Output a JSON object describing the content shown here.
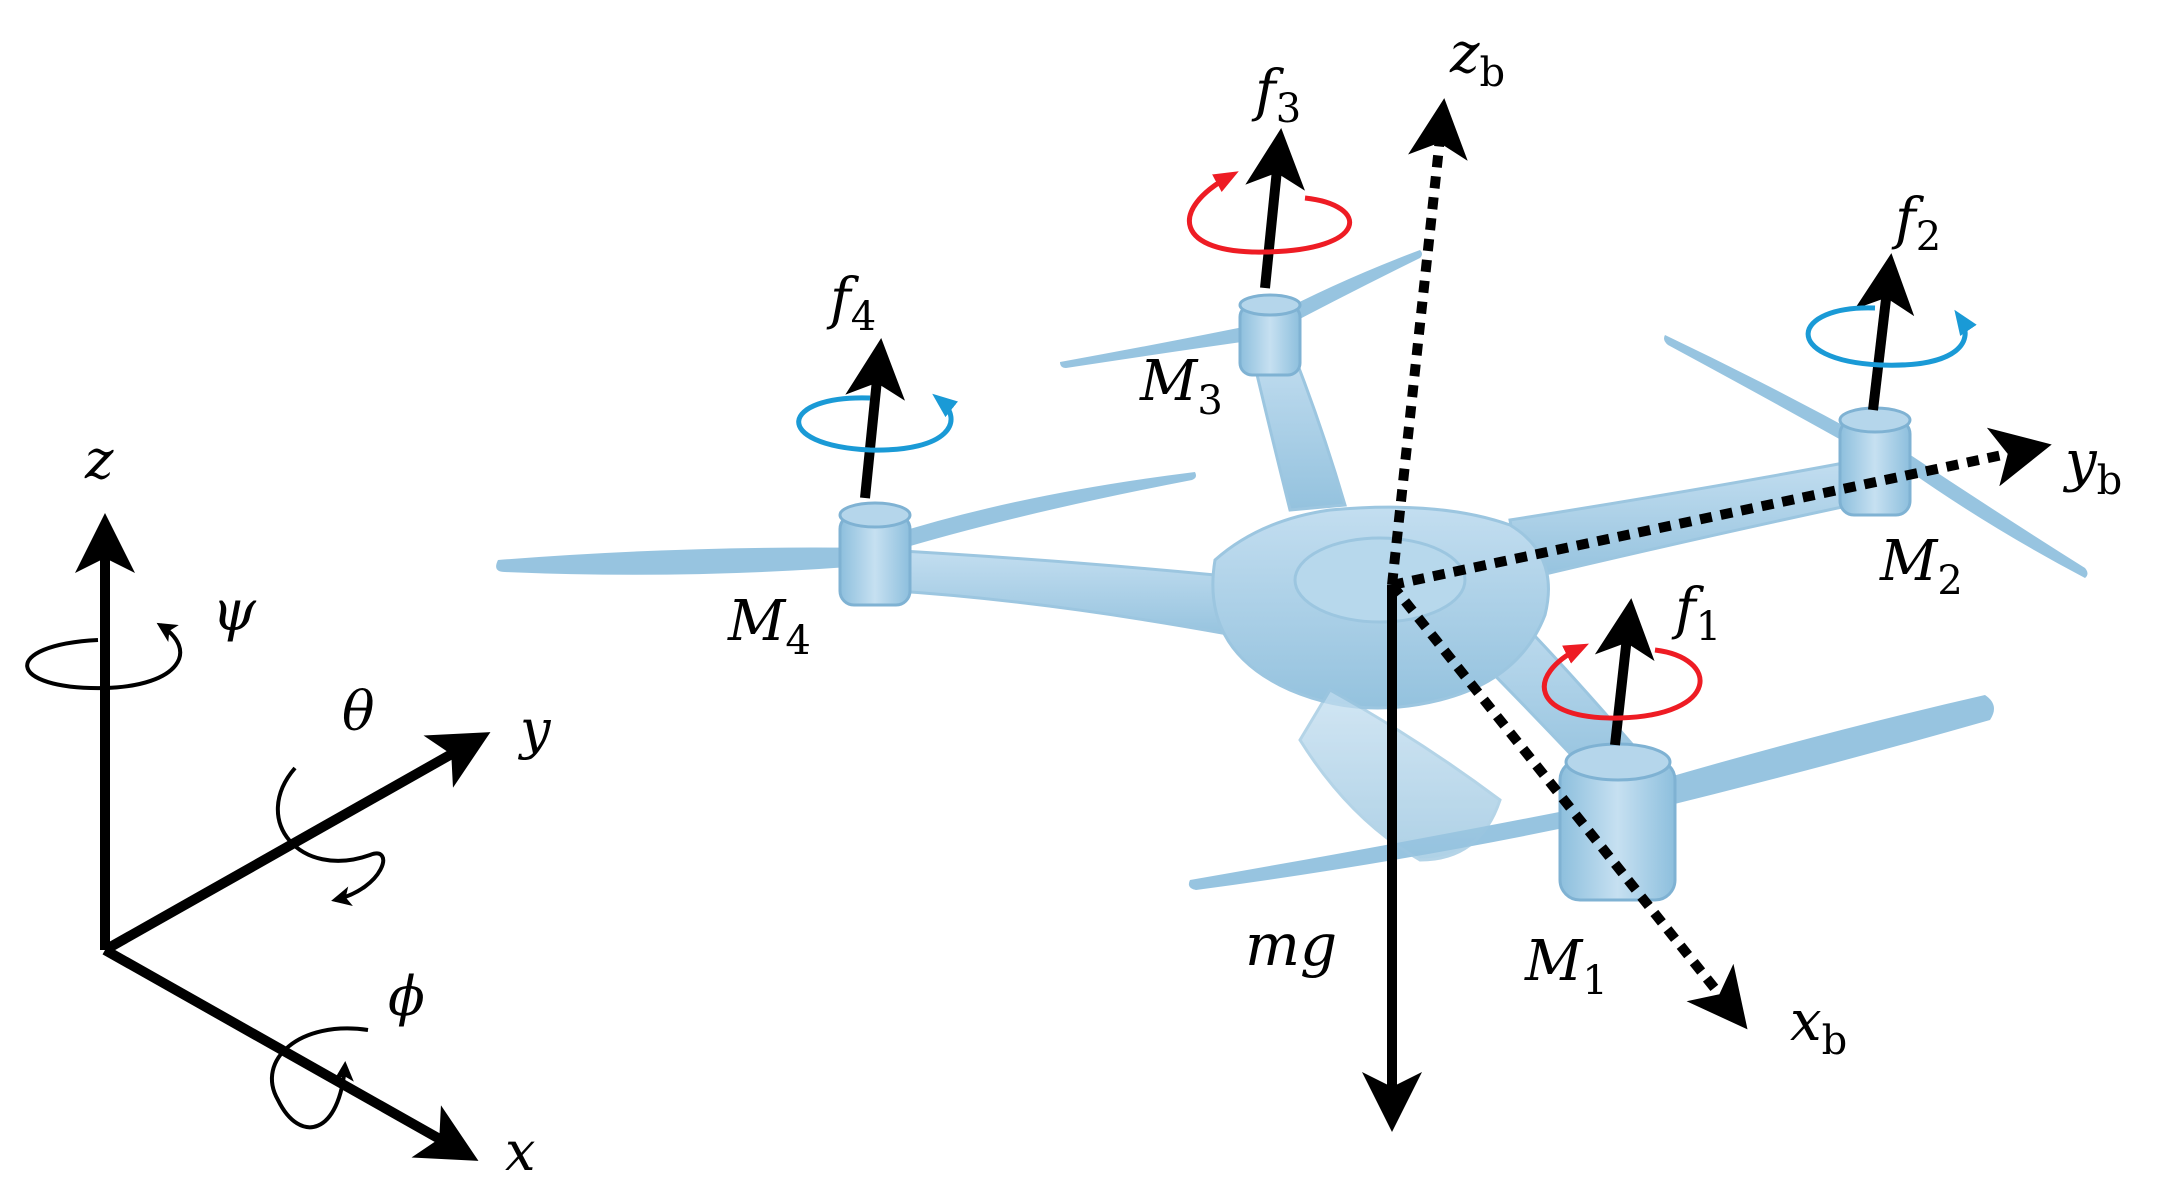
{
  "colors": {
    "cw_rotation": "#ee1c24",
    "ccw_rotation": "#1a9ad6",
    "drone_body": "#a6cde6",
    "arrows": "#000000"
  },
  "inertial_frame": {
    "z": {
      "base": "z"
    },
    "y": {
      "base": "y"
    },
    "x": {
      "base": "x"
    },
    "psi": {
      "base": "ψ"
    },
    "theta": {
      "base": "θ"
    },
    "phi": {
      "base": "ϕ"
    }
  },
  "body_frame": {
    "zb": {
      "base": "z",
      "sub": "b"
    },
    "yb": {
      "base": "y",
      "sub": "b"
    },
    "xb": {
      "base": "x",
      "sub": "b"
    }
  },
  "forces": {
    "f1": {
      "base": "f",
      "sub": "1"
    },
    "f2": {
      "base": "f",
      "sub": "2"
    },
    "f3": {
      "base": "f",
      "sub": "3"
    },
    "f4": {
      "base": "f",
      "sub": "4"
    },
    "mg": {
      "base": "mg"
    }
  },
  "motors": {
    "M1": {
      "base": "M",
      "sub": "1",
      "rotation": "cw_rotation"
    },
    "M2": {
      "base": "M",
      "sub": "2",
      "rotation": "ccw_rotation"
    },
    "M3": {
      "base": "M",
      "sub": "3",
      "rotation": "cw_rotation"
    },
    "M4": {
      "base": "M",
      "sub": "4",
      "rotation": "ccw_rotation"
    }
  }
}
